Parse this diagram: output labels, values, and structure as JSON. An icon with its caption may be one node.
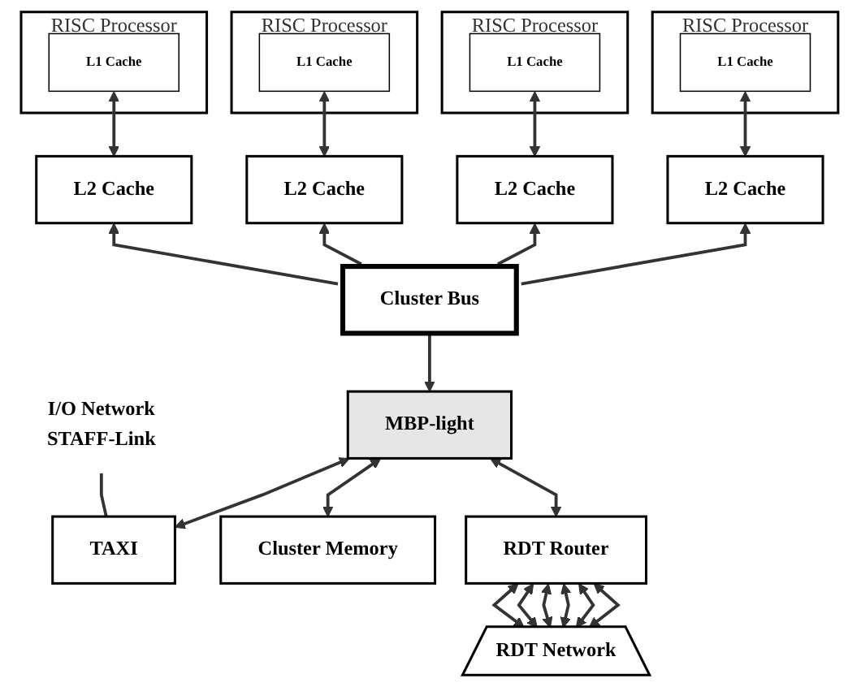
{
  "diagram": {
    "nodes": [
      {
        "text": [
          "RISC Processor"
        ]
      },
      {
        "text": [
          "L1 Cache"
        ],
        "in": 0
      },
      {
        "text": [
          "RISC Processor"
        ]
      },
      {
        "text": [
          "L1 Cache"
        ],
        "in": 2
      },
      {
        "text": [
          "RISC Processor"
        ]
      },
      {
        "text": [
          "L1 Cache"
        ],
        "in": 4
      },
      {
        "text": [
          "RISC Processor"
        ]
      },
      {
        "text": [
          "L1 Cache"
        ],
        "in": 6
      },
      {
        "text": [
          "L2 Cache"
        ]
      },
      {
        "text": [
          "L2 Cache"
        ]
      },
      {
        "text": [
          "L2 Cache"
        ]
      },
      {
        "text": [
          "L2 Cache"
        ]
      },
      {
        "text": [
          "Cluster Bus"
        ]
      },
      {
        "text": [
          "I/O Network",
          "STAFF-Link"
        ]
      },
      {
        "text": [
          "TAXI"
        ]
      },
      {
        "text": [
          "MBP-light"
        ]
      },
      {
        "text": [
          "Cluster Memory"
        ]
      },
      {
        "text": [
          "RDT Router"
        ]
      },
      {
        "text": [
          "RDT Network"
        ]
      }
    ],
    "edges": [
      {
        "from": 1,
        "to": 8,
        "arrow": "both"
      },
      {
        "from": 3,
        "to": 9,
        "arrow": "both"
      },
      {
        "from": 5,
        "to": 10,
        "arrow": "both"
      },
      {
        "from": 7,
        "to": 11,
        "arrow": "both"
      },
      {
        "from": 12,
        "to": 8,
        "arrow": "to"
      },
      {
        "from": 12,
        "to": 9,
        "arrow": "to"
      },
      {
        "from": 12,
        "to": 10,
        "arrow": "to"
      },
      {
        "from": 12,
        "to": 11,
        "arrow": "to"
      },
      {
        "from": 12,
        "to": 15,
        "arrow": "to"
      },
      {
        "from": 13,
        "to": 14,
        "arrow": "none"
      },
      {
        "from": 14,
        "to": 15,
        "arrow": "both"
      },
      {
        "from": 15,
        "to": 16,
        "arrow": "both"
      },
      {
        "from": 15,
        "to": 17,
        "arrow": "both"
      },
      {
        "from": 17,
        "to": 18,
        "arrow": "both"
      },
      {
        "from": 17,
        "to": 18,
        "arrow": "both"
      },
      {
        "from": 17,
        "to": 18,
        "arrow": "both"
      },
      {
        "from": 17,
        "to": 18,
        "arrow": "both"
      },
      {
        "from": 17,
        "to": 18,
        "arrow": "both"
      },
      {
        "from": 17,
        "to": 18,
        "arrow": "both"
      }
    ]
  }
}
